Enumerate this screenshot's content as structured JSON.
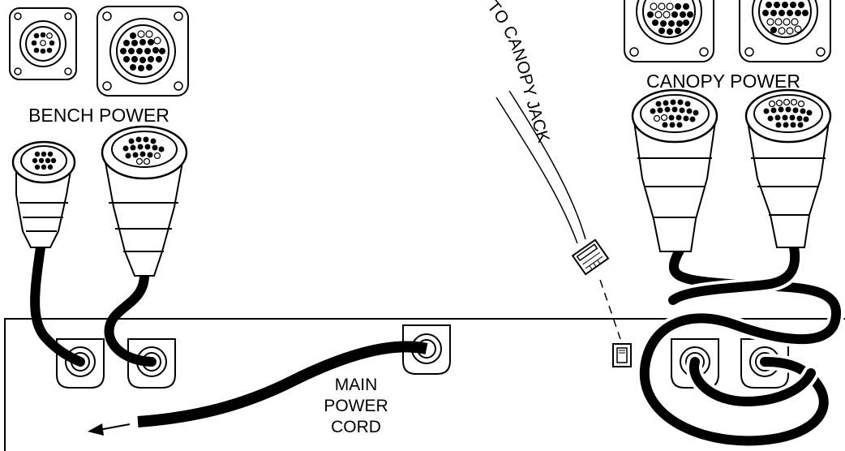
{
  "labels": {
    "bench_power": "BENCH POWER",
    "canopy_power": "CANOPY POWER",
    "canopy_jack": "TO CANOPY JACK",
    "main_power_line1": "MAIN",
    "main_power_line2": "POWER",
    "main_power_line3": "CORD"
  },
  "colors": {
    "ink": "#000000",
    "paper": "#ffffff"
  }
}
